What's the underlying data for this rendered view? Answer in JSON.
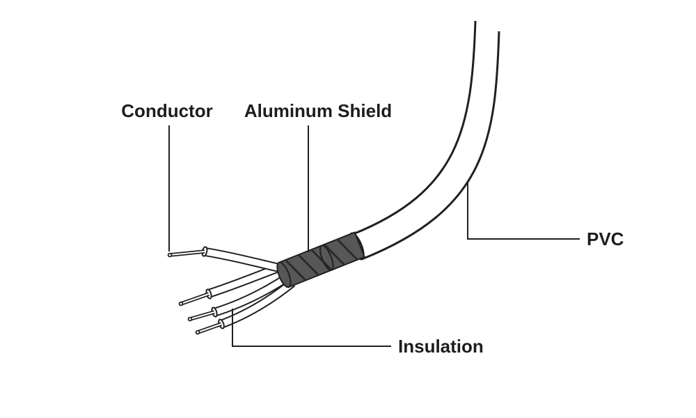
{
  "diagram": {
    "labels": {
      "conductor": "Conductor",
      "aluminum_shield": "Aluminum Shield",
      "pvc": "PVC",
      "insulation": "Insulation"
    },
    "colors": {
      "line": "#231f20",
      "shield_fill": "#575757",
      "shield_hatch": "#2b2b2b",
      "background": "#ffffff"
    }
  }
}
